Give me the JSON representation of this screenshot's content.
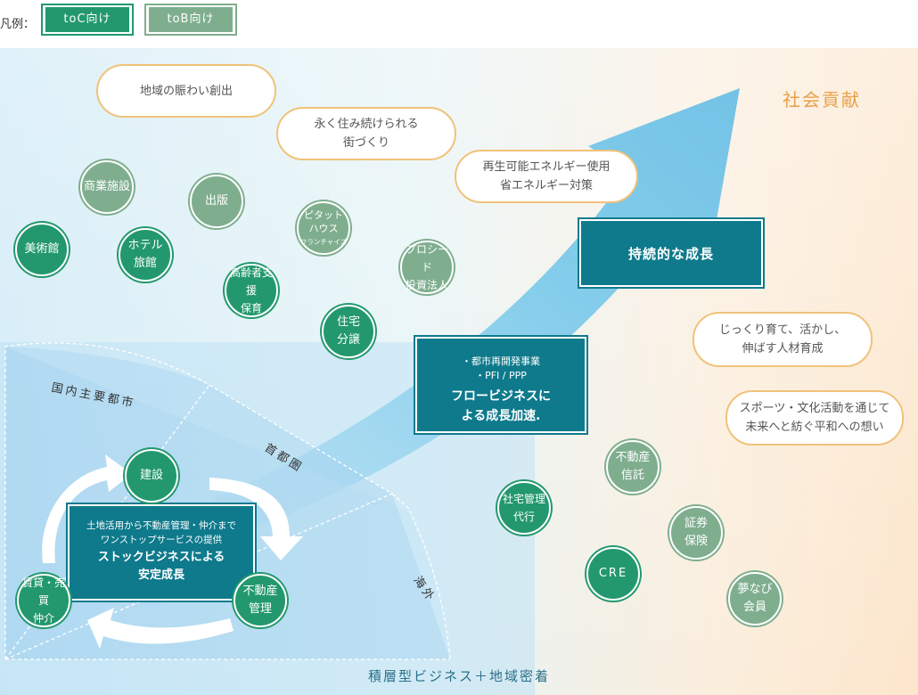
{
  "legend": {
    "title": "凡例：",
    "toc_label": "toC向け",
    "tob_label": "toB向け"
  },
  "colors": {
    "toc": "#23986e",
    "tob": "#7fae8f",
    "teal": "#0e7a8c",
    "pill_border": "#f0c27a",
    "accent_orange": "#e8a04a",
    "arrow_blue": "#6cc0e6"
  },
  "goal_label": "社会貢献",
  "bottom_caption": "積層型ビジネス＋地域密着",
  "region_labels": {
    "domestic": "国内主要都市",
    "capital": "首都圏",
    "overseas": "海外"
  },
  "pills": {
    "p1": "地域の賑わい創出",
    "p2": "永く住み続けられる\n街づくり",
    "p3": "再生可能エネルギー使用\n省エネルギー対策",
    "p4": "じっくり育て、活かし、\n伸ばす人材育成",
    "p5": "スポーツ・文化活動を通じて\n未来へと紡ぐ平和への想い"
  },
  "circles": {
    "museum": "美術館",
    "commercial": "商業施設",
    "hotel": "ホテル\n旅館",
    "publishing": "出版",
    "elderly": "高齢者支援\n保育",
    "pitat_1": "ピタット",
    "pitat_2": "ハウス",
    "pitat_3": "フランチャイズ",
    "housing": "住宅\n分譲",
    "prosheed": "プロシード\n投資法人",
    "company_housing": "社宅管理\n代行",
    "trust": "不動産\n信託",
    "cre": "CRE",
    "securities": "証券\n保険",
    "yumenavi": "夢なび\n会員",
    "construction": "建設",
    "leasing": "賃貸・売買\n仲介",
    "management": "不動産\n管理"
  },
  "boxes": {
    "sustainable": "持続的な成長",
    "flow_line1": "・都市再開発事業",
    "flow_line2": "・PFI / PPP",
    "flow_title1": "フロービジネスに",
    "flow_title2": "よる成長加速.",
    "stock_line1": "土地活用から不動産管理・仲介まで",
    "stock_line2": "ワンストップサービスの提供",
    "stock_title1": "ストックビジネスによる",
    "stock_title2": "安定成長"
  }
}
